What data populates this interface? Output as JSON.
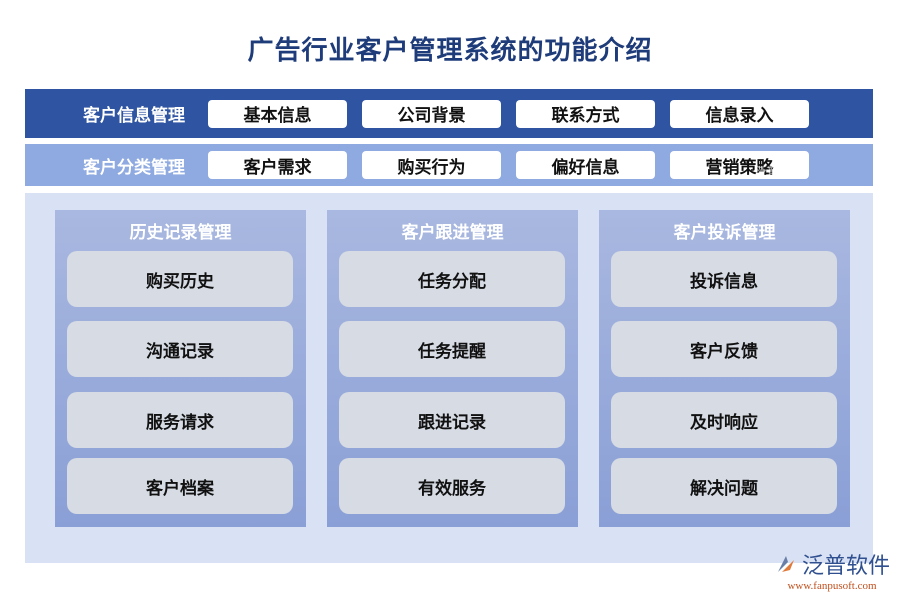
{
  "title": "广告行业客户管理系统的功能介绍",
  "row1": {
    "label": "客户信息管理",
    "items": [
      "基本信息",
      "公司背景",
      "联系方式",
      "信息录入"
    ]
  },
  "row2": {
    "label": "客户分类管理",
    "items": [
      "客户需求",
      "购买行为",
      "偏好信息",
      "营销策略"
    ]
  },
  "columns": [
    {
      "title": "历史记录管理",
      "items": [
        "购买历史",
        "沟通记录",
        "服务请求",
        "客户档案"
      ]
    },
    {
      "title": "客户跟进管理",
      "items": [
        "任务分配",
        "任务提醒",
        "跟进记录",
        "有效服务"
      ]
    },
    {
      "title": "客户投诉管理",
      "items": [
        "投诉信息",
        "客户反馈",
        "及时响应",
        "解决问题"
      ]
    }
  ],
  "watermark": "泛普软件",
  "logo": {
    "name": "泛普软件",
    "url": "www.fanpusoft.com"
  },
  "colors": {
    "title": "#1f3c7a",
    "band1": "#2f54a1",
    "band2": "#8faae0",
    "panel": "#d9e1f4",
    "column": "#98aadb",
    "card": "#d6dbe4"
  }
}
